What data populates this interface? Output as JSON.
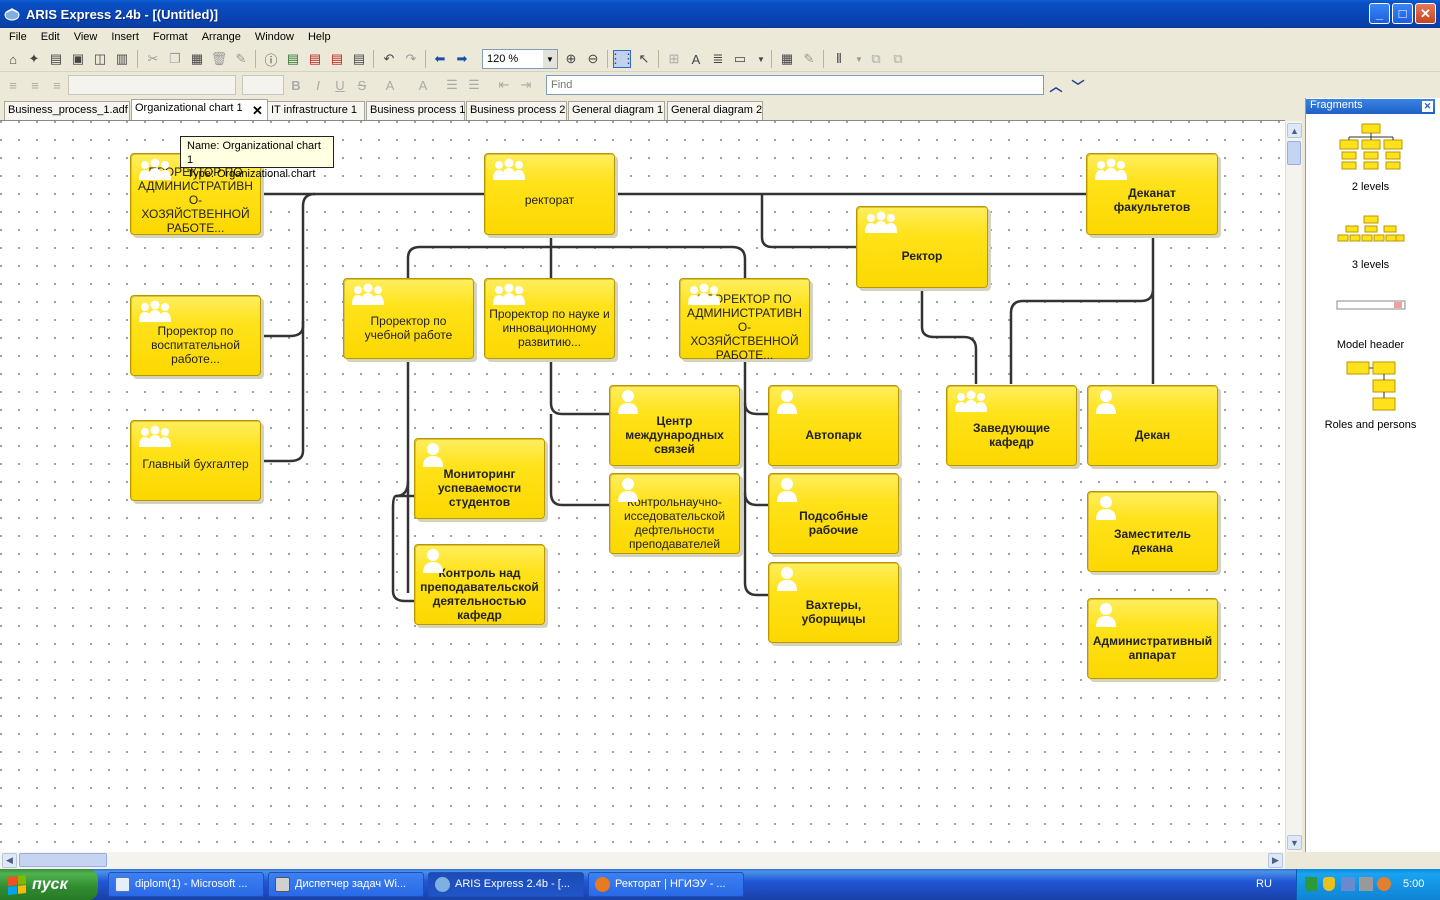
{
  "window": {
    "title": "ARIS Express 2.4b - [(Untitled)]"
  },
  "menu": [
    "File",
    "Edit",
    "View",
    "Insert",
    "Format",
    "Arrange",
    "Window",
    "Help"
  ],
  "toolbar": {
    "zoom": "120 %",
    "find_placeholder": "Find"
  },
  "tabs": [
    "Business_process_1.adf",
    "Organizational chart 1",
    "IT infrastructure 1",
    "Business process 1",
    "Business process 2",
    "General diagram 1",
    "General diagram 2"
  ],
  "tooltip": {
    "name": "Name: Organizational chart 1",
    "type": "Type:  Organizational chart"
  },
  "boxes": {
    "prorector_aho_left": "ПРОРЕКТОР ПО АДМИНИСТРАТИВН О-ХОЗЯЙСТВЕННОЙ РАБОТЕ...",
    "rectorat": "ректорат",
    "dekanat": "Деканат факультетов",
    "rector": "Ректор",
    "prorector_vospit": "Проректор по воспитательной работе...",
    "prorector_ucheb": "Проректор по учебной работе",
    "prorector_nauka": "Проректор по науке и инновационному развитию...",
    "prorector_aho_mid": "ПРОРЕКТОР ПО АДМИНИСТРАТИВН О-ХОЗЯЙСТВЕННОЙ РАБОТЕ...",
    "glavbuh": "Главный бухгалтер",
    "centr": "Центр международных связей",
    "avtopark": "Автопарк",
    "zav_kafedr": "Заведующие кафедр",
    "dekan": "Декан",
    "monitoring": "Мониторинг успеваемости студентов",
    "kontrol_nauch": "Контрольнаучно-исседовательской дефтельности преподавателей",
    "podsobnye": "Подсобные рабочие",
    "zam_dekana": "Заместитель декана",
    "kontrol_prepod": "Контроль над преподавательской деятельностью кафедр",
    "vahtery": "Вахтеры, уборщицы",
    "admin_apparat": "Административный аппарат"
  },
  "fragments": {
    "title": "Fragments",
    "items": [
      "2 levels",
      "3 levels",
      "Model header",
      "Roles and persons"
    ]
  },
  "taskbar": {
    "start": "пуск",
    "tasks": [
      "diplom(1) - Microsoft ...",
      "Диспетчер задач Wi...",
      "ARIS Express 2.4b - [...",
      "Ректорат | НГИЭУ - ..."
    ],
    "lang": "RU",
    "clock": "5:00"
  },
  "colors": {
    "box_fill": "#ffe21a",
    "box_border": "#b99700",
    "titlebar": "#0a4fc4"
  }
}
